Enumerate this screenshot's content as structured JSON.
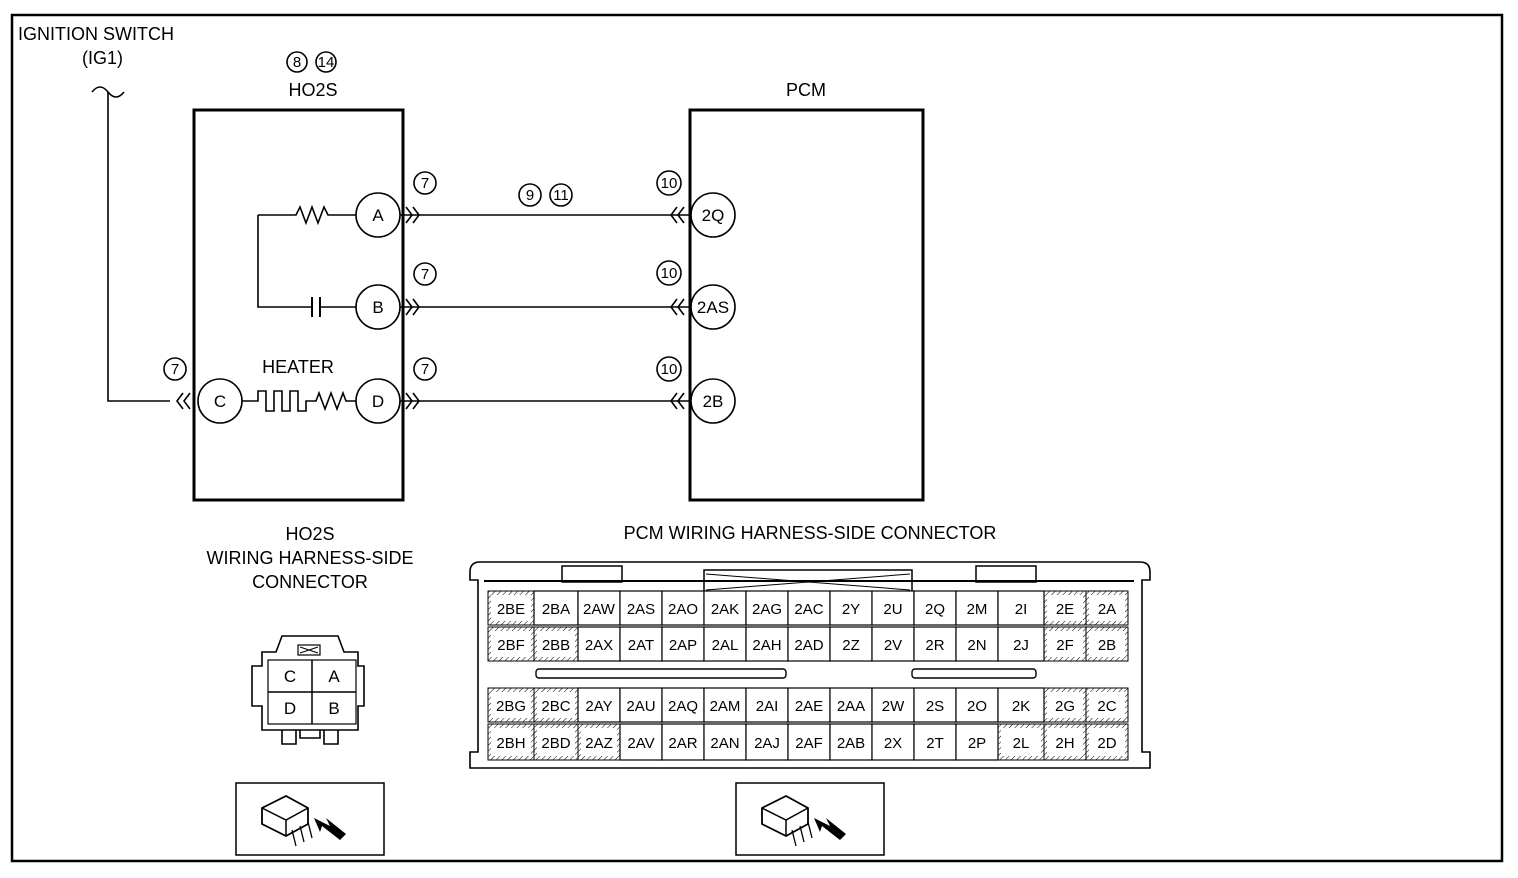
{
  "labels": {
    "ignition_switch": "IGNITION SWITCH",
    "ig1": "(IG1)",
    "ho2s_top": "HO2S",
    "pcm_top": "PCM",
    "heater": "HEATER",
    "ho2s_conn_line1": "HO2S",
    "ho2s_conn_line2": "WIRING HARNESS-SIDE",
    "ho2s_conn_line3": "CONNECTOR",
    "pcm_conn_title": "PCM WIRING HARNESS-SIDE CONNECTOR"
  },
  "callouts": {
    "ho2s_a": "8",
    "ho2s_b": "14",
    "wire_a": "9",
    "wire_b": "11",
    "conn_ho2s": "7",
    "conn_pcm": "10"
  },
  "ho2s_pins": {
    "a": "A",
    "b": "B",
    "c": "C",
    "d": "D"
  },
  "pcm_pins": {
    "q": "2Q",
    "as": "2AS",
    "b": "2B"
  },
  "ho2s_connector": {
    "r1": [
      "C",
      "A"
    ],
    "r2": [
      "D",
      "B"
    ]
  },
  "pcm_connector": {
    "row1": [
      "2BE",
      "2BA",
      "2AW",
      "2AS",
      "2AO",
      "2AK",
      "2AG",
      "2AC",
      "2Y",
      "2U",
      "2Q",
      "2M",
      "2I",
      "2E",
      "2A"
    ],
    "row2": [
      "2BF",
      "2BB",
      "2AX",
      "2AT",
      "2AP",
      "2AL",
      "2AH",
      "2AD",
      "2Z",
      "2V",
      "2R",
      "2N",
      "2J",
      "2F",
      "2B"
    ],
    "row3": [
      "2BG",
      "2BC",
      "2AY",
      "2AU",
      "2AQ",
      "2AM",
      "2AI",
      "2AE",
      "2AA",
      "2W",
      "2S",
      "2O",
      "2K",
      "2G",
      "2C"
    ],
    "row4": [
      "2BH",
      "2BD",
      "2AZ",
      "2AV",
      "2AR",
      "2AN",
      "2AJ",
      "2AF",
      "2AB",
      "2X",
      "2T",
      "2P",
      "2L",
      "2H",
      "2D"
    ]
  }
}
